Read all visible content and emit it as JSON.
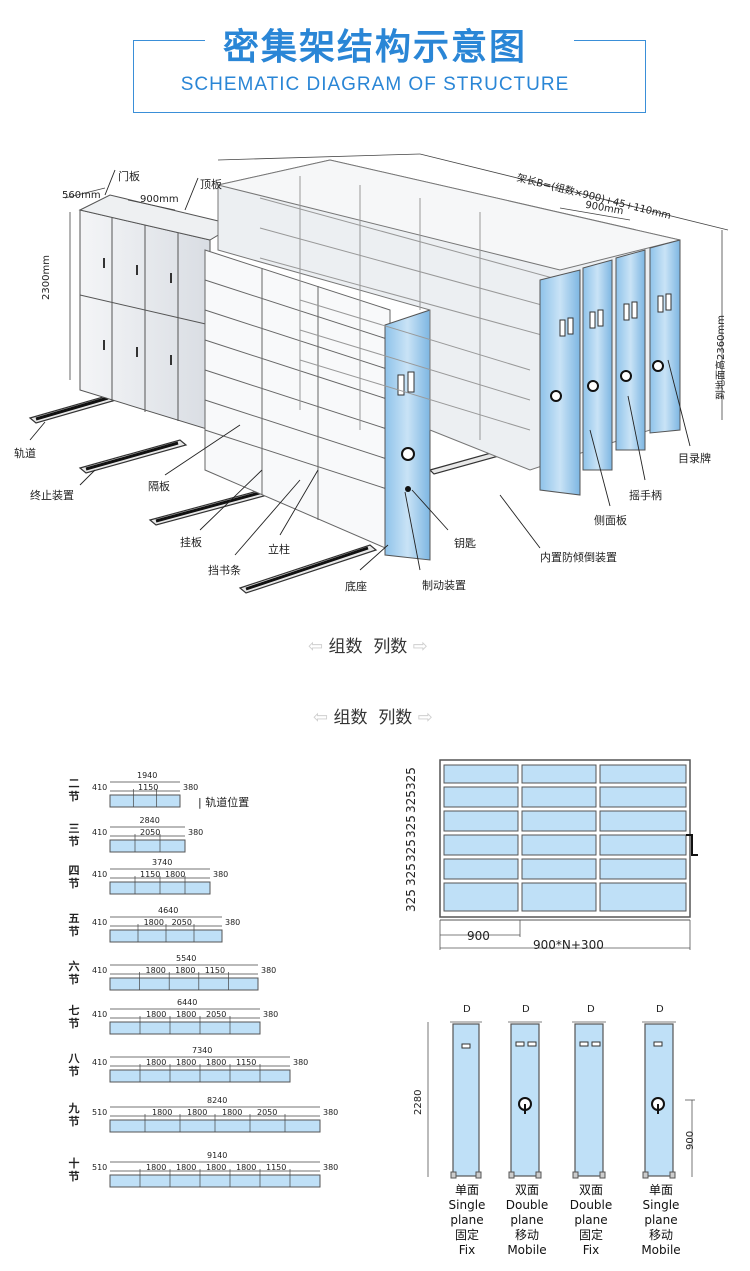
{
  "header": {
    "title_cn": "密集架结构示意图",
    "title_en": "SCHEMATIC DIAGRAM OF STRUCTURE"
  },
  "iso": {
    "dims": {
      "d560": "560mm",
      "d900a": "900mm",
      "h2300": "2300mm",
      "length": "架长B=(组数×900)+45+110mm",
      "d900b": "900mm",
      "h2360": "到地面高2360mm"
    },
    "labels": {
      "door": "门板",
      "top": "顶板",
      "rail": "轨道",
      "stop": "终止装置",
      "divider": "隔板",
      "hang": "挂板",
      "post": "立柱",
      "bookstop": "挡书条",
      "base": "底座",
      "brake": "制动装置",
      "key": "钥匙",
      "anti_tip": "内置防倾倒装置",
      "side": "侧面板",
      "crank": "摇手柄",
      "catalog": "目录牌"
    }
  },
  "arrows": {
    "row1": {
      "group": "组数",
      "col": "列数"
    },
    "row2": {
      "group": "组数",
      "col": "列数"
    }
  },
  "bays": [
    {
      "label": "二节",
      "total": "1940",
      "segs": [
        "410",
        "1150",
        "380"
      ]
    },
    {
      "label": "三节",
      "total": "2840",
      "segs": [
        "410",
        "2050",
        "380"
      ]
    },
    {
      "label": "四节",
      "total": "3740",
      "segs": [
        "410",
        "1150",
        "1800",
        "380"
      ]
    },
    {
      "label": "五节",
      "total": "4640",
      "segs": [
        "410",
        "1800",
        "2050",
        "380"
      ]
    },
    {
      "label": "六节",
      "total": "5540",
      "segs": [
        "410",
        "1800",
        "1800",
        "1150",
        "380"
      ]
    },
    {
      "label": "七节",
      "total": "6440",
      "segs": [
        "410",
        "1800",
        "1800",
        "2050",
        "380"
      ]
    },
    {
      "label": "八节",
      "total": "7340",
      "segs": [
        "410",
        "1800",
        "1800",
        "1800",
        "1150",
        "380"
      ]
    },
    {
      "label": "九节",
      "total": "8240",
      "segs": [
        "510",
        "1800",
        "1800",
        "1800",
        "2050",
        "380"
      ]
    },
    {
      "label": "十节",
      "total": "9140",
      "segs": [
        "510",
        "1800",
        "1800",
        "1800",
        "1800",
        "1150",
        "380"
      ]
    }
  ],
  "rail_note": "| 轨道位置",
  "front": {
    "row_h": [
      "325",
      "325",
      "325",
      "325",
      "325",
      "325"
    ],
    "bay_w": "900",
    "total": "900*N+300"
  },
  "side": {
    "depth": "D",
    "height": "2280",
    "handle_h": "900",
    "types": [
      {
        "cn": "单面",
        "en1": "Single",
        "en2": "plane",
        "cn2": "固定",
        "en3": "Fix"
      },
      {
        "cn": "双面",
        "en1": "Double",
        "en2": "plane",
        "cn2": "移动",
        "en3": "Mobile"
      },
      {
        "cn": "双面",
        "en1": "Double",
        "en2": "plane",
        "cn2": "固定",
        "en3": "Fix"
      },
      {
        "cn": "单面",
        "en1": "Single",
        "en2": "plane",
        "cn2": "移动",
        "en3": "Mobile"
      }
    ]
  }
}
